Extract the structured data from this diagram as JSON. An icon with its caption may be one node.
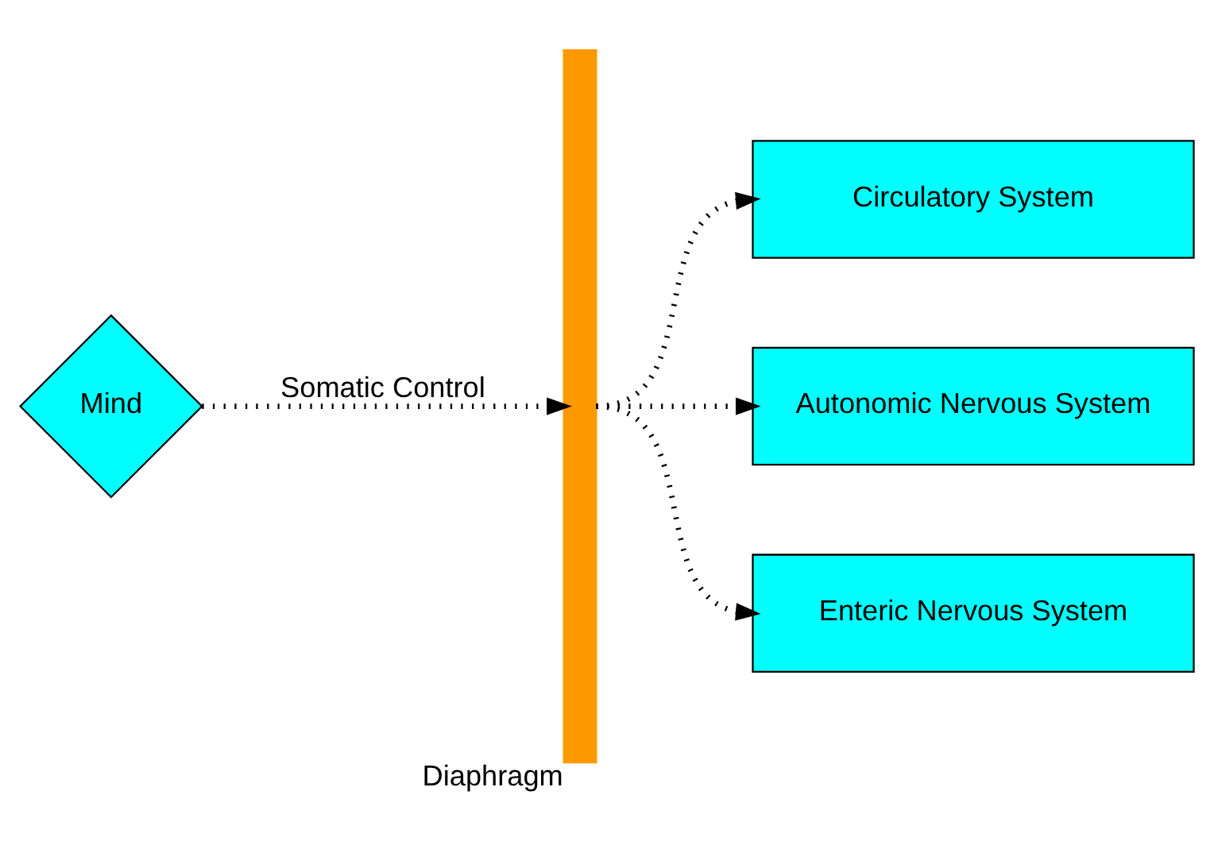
{
  "diagram": {
    "nodes": [
      {
        "text": [
          "Mind"
        ]
      },
      {
        "text": [],
        "shape": "bar",
        "beside": [
          "Diaphragm"
        ]
      },
      {
        "text": [
          "Circulatory System"
        ]
      },
      {
        "text": [
          "Autonomic Nervous System"
        ]
      },
      {
        "text": [
          "Enteric Nervous System"
        ]
      }
    ],
    "edges": [
      {
        "from": 0,
        "to": 1,
        "arrow": "to",
        "label": "Somatic Control"
      },
      {
        "from": 1,
        "to": 2,
        "arrow": "to"
      },
      {
        "from": 1,
        "to": 3,
        "arrow": "to"
      },
      {
        "from": 1,
        "to": 4,
        "arrow": "to"
      }
    ]
  }
}
